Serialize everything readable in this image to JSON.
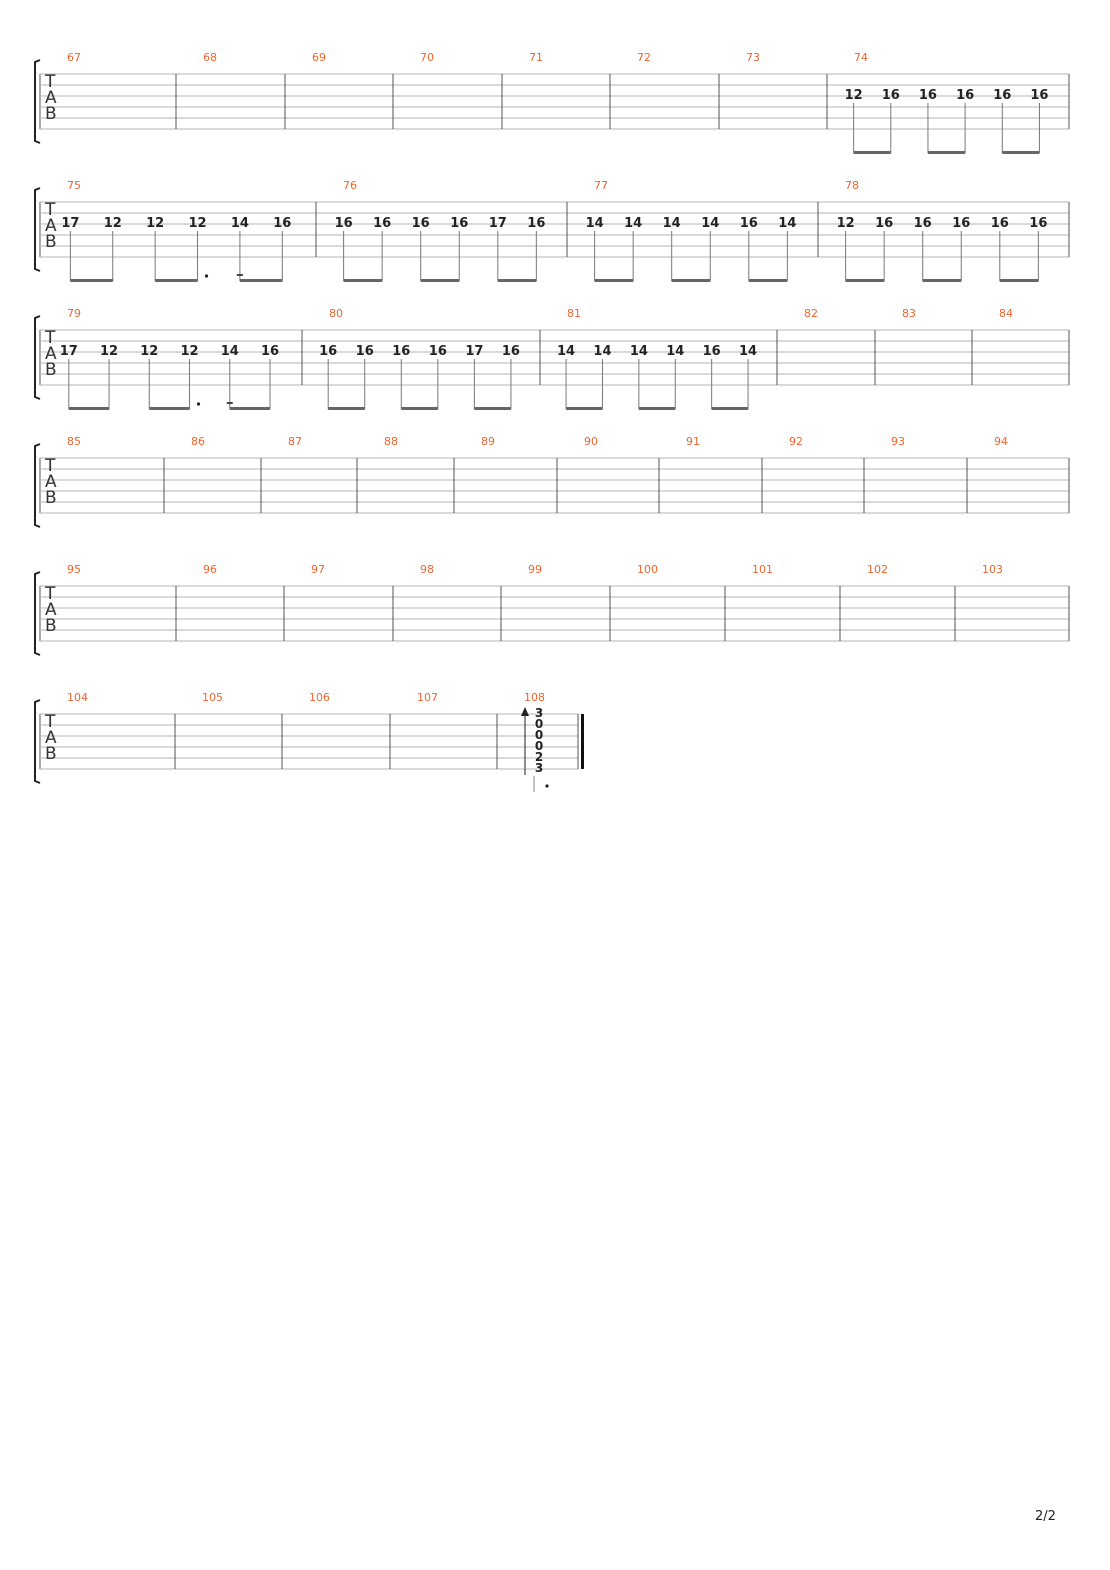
{
  "page_number": "2/2",
  "tab_clef_letters": [
    "T",
    "A",
    "B"
  ],
  "systems": [
    {
      "bars": [
        {
          "number": "67",
          "notes": []
        },
        {
          "number": "68",
          "notes": []
        },
        {
          "number": "69",
          "notes": []
        },
        {
          "number": "70",
          "notes": []
        },
        {
          "number": "71",
          "notes": []
        },
        {
          "number": "72",
          "notes": []
        },
        {
          "number": "73",
          "notes": []
        },
        {
          "number": "74",
          "notes": [
            "12",
            "16",
            "16",
            "16",
            "16",
            "16"
          ]
        }
      ]
    },
    {
      "bars": [
        {
          "number": "75",
          "notes": [
            "17",
            "12",
            "12",
            "12",
            "14",
            "16"
          ]
        },
        {
          "number": "76",
          "notes": [
            "16",
            "16",
            "16",
            "16",
            "17",
            "16"
          ]
        },
        {
          "number": "77",
          "notes": [
            "14",
            "14",
            "14",
            "14",
            "16",
            "14"
          ]
        },
        {
          "number": "78",
          "notes": [
            "12",
            "16",
            "16",
            "16",
            "16",
            "16"
          ]
        }
      ]
    },
    {
      "bars": [
        {
          "number": "79",
          "notes": [
            "17",
            "12",
            "12",
            "12",
            "14",
            "16"
          ]
        },
        {
          "number": "80",
          "notes": [
            "16",
            "16",
            "16",
            "16",
            "17",
            "16"
          ]
        },
        {
          "number": "81",
          "notes": [
            "14",
            "14",
            "14",
            "14",
            "16",
            "14"
          ]
        },
        {
          "number": "82",
          "notes": []
        },
        {
          "number": "83",
          "notes": []
        },
        {
          "number": "84",
          "notes": []
        }
      ]
    },
    {
      "bars": [
        {
          "number": "85",
          "notes": []
        },
        {
          "number": "86",
          "notes": []
        },
        {
          "number": "87",
          "notes": []
        },
        {
          "number": "88",
          "notes": []
        },
        {
          "number": "89",
          "notes": []
        },
        {
          "number": "90",
          "notes": []
        },
        {
          "number": "91",
          "notes": []
        },
        {
          "number": "92",
          "notes": []
        },
        {
          "number": "93",
          "notes": []
        },
        {
          "number": "94",
          "notes": []
        }
      ]
    },
    {
      "bars": [
        {
          "number": "95",
          "notes": []
        },
        {
          "number": "96",
          "notes": []
        },
        {
          "number": "97",
          "notes": []
        },
        {
          "number": "98",
          "notes": []
        },
        {
          "number": "99",
          "notes": []
        },
        {
          "number": "100",
          "notes": []
        },
        {
          "number": "101",
          "notes": []
        },
        {
          "number": "102",
          "notes": []
        },
        {
          "number": "103",
          "notes": []
        }
      ]
    },
    {
      "bars": [
        {
          "number": "104",
          "notes": []
        },
        {
          "number": "105",
          "notes": []
        },
        {
          "number": "106",
          "notes": []
        },
        {
          "number": "107",
          "notes": []
        },
        {
          "number": "108",
          "notes": [],
          "chord": [
            "3",
            "0",
            "0",
            "0",
            "2",
            "3"
          ]
        }
      ]
    }
  ],
  "colors": {
    "bar_number": "#f0642d",
    "staff_line": "#b4b4b4",
    "barline": "#555555",
    "fret": "#222222",
    "beam": "#666666"
  },
  "icons": {
    "strum": "upstroke-arrow-icon",
    "bracket": "system-bracket-icon"
  }
}
